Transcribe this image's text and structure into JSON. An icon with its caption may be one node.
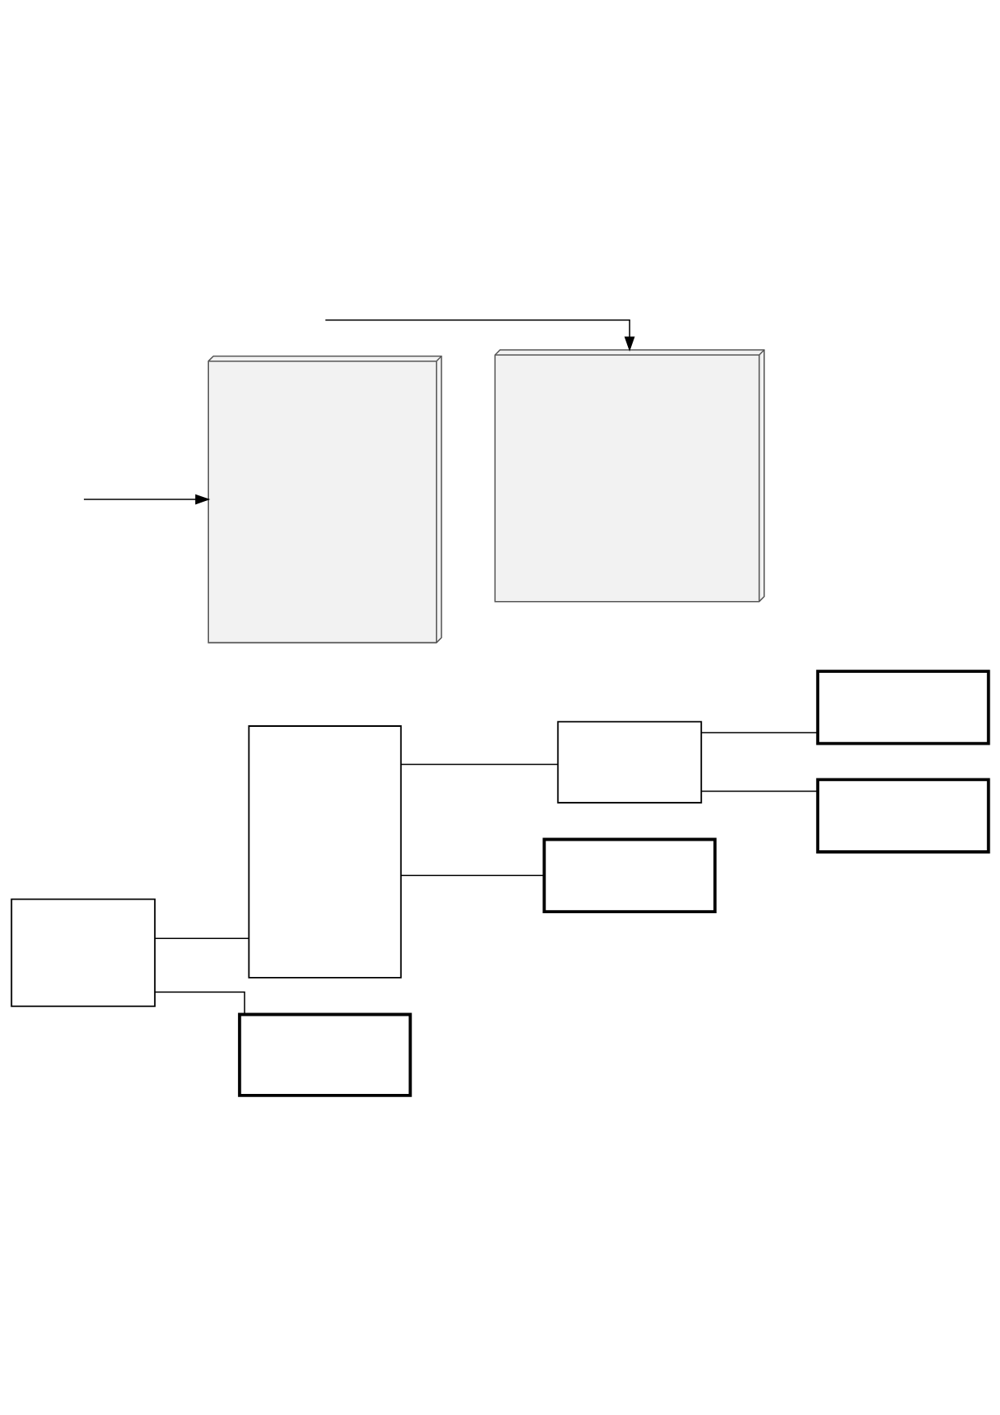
{
  "diagram": {
    "nodes": [
      {
        "text": [],
        "shape": "box"
      },
      {
        "text": [],
        "shape": "box"
      },
      {
        "text": [],
        "shape": "box"
      },
      {
        "text": [],
        "shape": "box"
      },
      {
        "text": [],
        "shape": "box"
      },
      {
        "text": [],
        "shape": "box"
      },
      {
        "text": [],
        "shape": "box"
      },
      {
        "text": [],
        "shape": "picture"
      },
      {
        "text": [],
        "shape": "picture"
      }
    ],
    "edges": [
      {
        "from": 0,
        "to": 1,
        "arrow": "none"
      },
      {
        "from": 0,
        "to": 6,
        "arrow": "none"
      },
      {
        "from": 1,
        "to": 2,
        "arrow": "none"
      },
      {
        "from": 1,
        "to": 5,
        "arrow": "none"
      },
      {
        "from": 2,
        "to": 3,
        "arrow": "none"
      },
      {
        "from": 2,
        "to": 4,
        "arrow": "none"
      },
      {
        "from": null,
        "to": 7,
        "arrow": "to"
      },
      {
        "from": null,
        "to": 8,
        "arrow": "to"
      }
    ]
  }
}
